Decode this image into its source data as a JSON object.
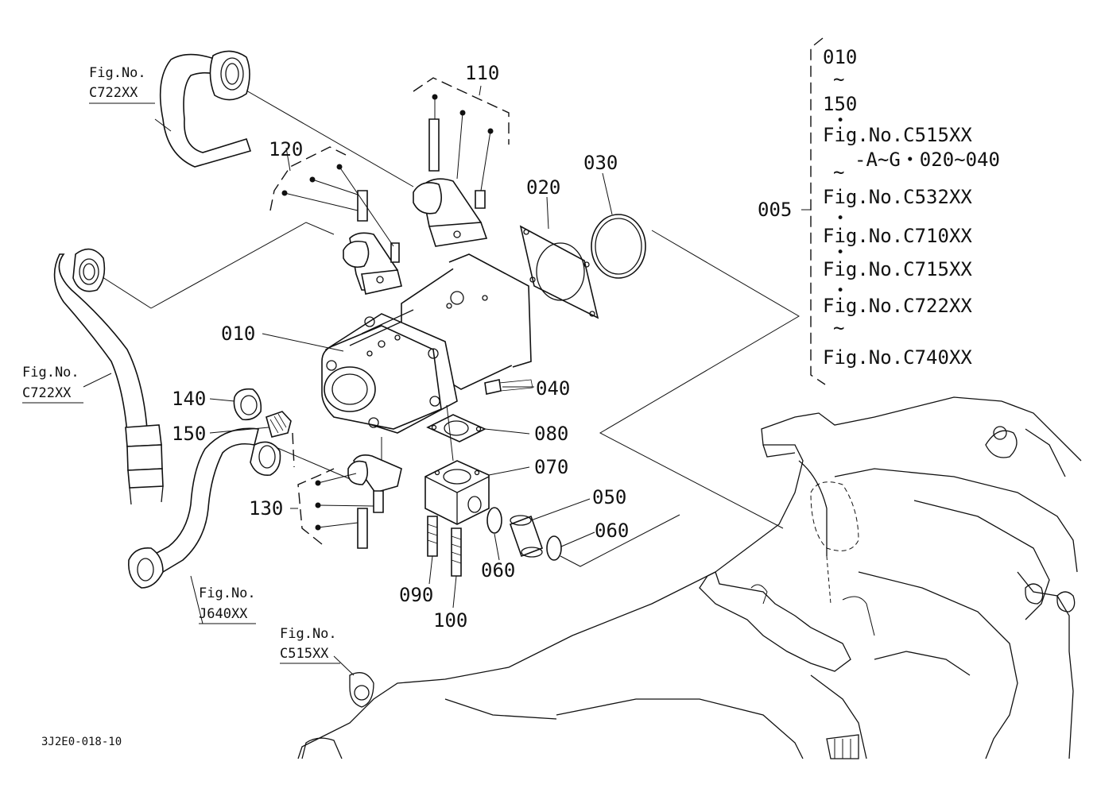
{
  "diagram": {
    "code": "3J2E0-018-10",
    "part_labels": {
      "p005": "005",
      "p010": "010",
      "p020": "020",
      "p030": "030",
      "p040": "040",
      "p050": "050",
      "p060a": "060",
      "p060b": "060",
      "p070": "070",
      "p080": "080",
      "p090": "090",
      "p100": "100",
      "p110": "110",
      "p120": "120",
      "p130": "130",
      "p140": "140",
      "p150": "150"
    },
    "fig_refs": {
      "top_left": {
        "line1": "Fig.No.",
        "line2": "C722XX"
      },
      "mid_left": {
        "line1": "Fig.No.",
        "line2": "C722XX"
      },
      "bottom_mid": {
        "line1": "Fig.No.",
        "line2": "J640XX"
      },
      "bottom_left": {
        "line1": "Fig.No.",
        "line2": "C515XX"
      }
    },
    "assembly_note": {
      "lines": [
        "010",
        "~",
        "150",
        "•",
        "Fig.No.C515XX",
        "-A~G・020~040",
        "~",
        "Fig.No.C532XX",
        "•",
        "Fig.No.C710XX",
        "•",
        "Fig.No.C715XX",
        "•",
        "Fig.No.C722XX",
        "~",
        "Fig.No.C740XX"
      ]
    }
  }
}
